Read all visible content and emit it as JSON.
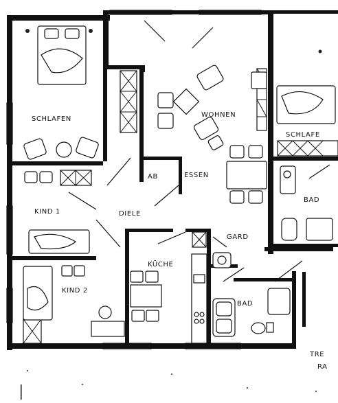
{
  "rooms": {
    "schlafen": "SCHLAFEN",
    "wohnen": "WOHNEN",
    "essen": "ESSEN",
    "ab": "AB",
    "kind1": "KIND 1",
    "diele": "DIELE",
    "kind2": "KIND 2",
    "kueche": "KÜCHE",
    "gard": "GARD",
    "bad_main": "BAD",
    "schlafen_neighbor": "SCHLAFE",
    "bad_neighbor": "BAD",
    "tre": "TRE",
    "ra": "RA"
  },
  "colors": {
    "ink": "#111111",
    "paper": "#ffffff"
  }
}
